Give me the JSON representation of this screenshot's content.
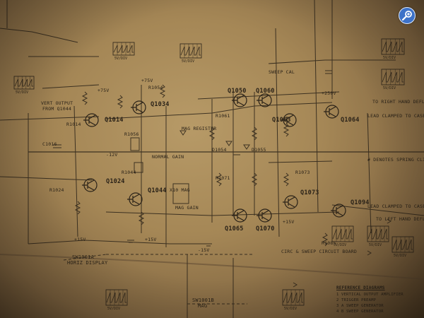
{
  "schematic": {
    "transistors": [
      {
        "ref": "Q1014"
      },
      {
        "ref": "Q1024"
      },
      {
        "ref": "Q1034"
      },
      {
        "ref": "Q1044"
      },
      {
        "ref": "Q1050"
      },
      {
        "ref": "Q1060"
      },
      {
        "ref": "Q1063"
      },
      {
        "ref": "Q1064"
      },
      {
        "ref": "Q1065"
      },
      {
        "ref": "Q1070"
      },
      {
        "ref": "Q1073"
      },
      {
        "ref": "Q1094"
      }
    ],
    "labels": {
      "vert_output": "VERT OUTPUT",
      "from_q1044": "FROM Q1044",
      "normal_gain": "NORMAL GAIN",
      "mag_register": "MAG REGISTER",
      "mag_gain": "MAG GAIN",
      "lead_clamped_1": "LEAD CLAMPED TO CASE",
      "lead_clamped_2": "LEAD CLAMPED TO CASE",
      "denotes_spring_clip": "# DENOTES SPRING CLIP",
      "to_left_hand_deflection": "TO LEFT HAND DEFLECTION PLATE",
      "to_right_hand_deflection": "TO RIGHT HAND DEFLECTION PLATE",
      "sweep_circuit_board": "CIRC & SWEEP CIRCUIT BOARD",
      "v_supply_1": "+75V",
      "v_supply_2": "+75V",
      "v_supply_3": "-12V",
      "v_supply_4": "+15V",
      "v_supply_5": "+15V",
      "v_supply_6": "+250V",
      "v_supply_7": "-15V",
      "v_supply_8": "+15V",
      "r1014": "R1014",
      "r1024": "R1024",
      "r1044": "R1044",
      "r1054": "R1054",
      "r1056": "R1056",
      "r1061": "R1061",
      "r1071": "R1071",
      "r1073": "R1073",
      "r1085": "R1085",
      "c1016": "C1016",
      "d1054": "D1054",
      "d1055": "D1055",
      "sweep_cal": "SWEEP CAL",
      "x10_mag": "X10 MAG"
    },
    "box_left": {
      "title": "SW1001A",
      "subtitle": "HORIZ DISPLAY"
    },
    "box_bottom": {
      "title": "SW1001B",
      "subtitle": "MAG"
    },
    "reference_diagrams": {
      "title": "REFERENCE DIAGRAMS",
      "items": [
        "1 VERTICAL OUTPUT AMPLIFIER",
        "2 TRIGGER PREAMP",
        "3 A SWEEP GENERATOR",
        "4 B SWEEP GENERATOR"
      ]
    },
    "waveforms": [
      {
        "label": "5V/DIV"
      },
      {
        "label": "5V/DIV"
      },
      {
        "label": "5V/DIV"
      },
      {
        "label": "5V/DIV"
      },
      {
        "label": "5V/DIV"
      },
      {
        "label": "5V/DIV"
      },
      {
        "label": "5V/DIV"
      },
      {
        "label": "5V/DIV"
      },
      {
        "label": "5V/DIV"
      },
      {
        "label": "5V/DIV"
      }
    ]
  },
  "zoom_badge": {
    "icon": "zoom-in-icon"
  },
  "colors": {
    "ink": "#2a2218",
    "paper": "#b79a67",
    "badge": "#3d72c8"
  }
}
